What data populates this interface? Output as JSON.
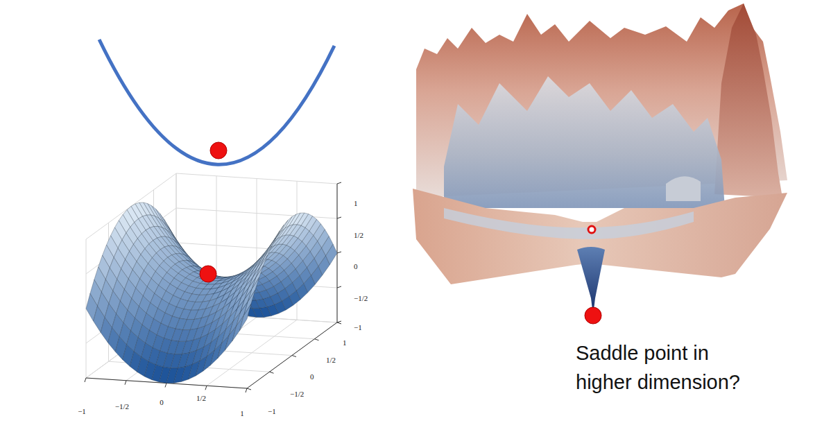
{
  "diagram": {
    "labels": [
      "1",
      "1/2",
      "0",
      "−1/2",
      "−1",
      "−1",
      "−1/2",
      "0",
      "1/2",
      "1",
      "1",
      "1/2",
      "0",
      "−1/2",
      "−1",
      "Saddle point in higher dimension?"
    ]
  }
}
